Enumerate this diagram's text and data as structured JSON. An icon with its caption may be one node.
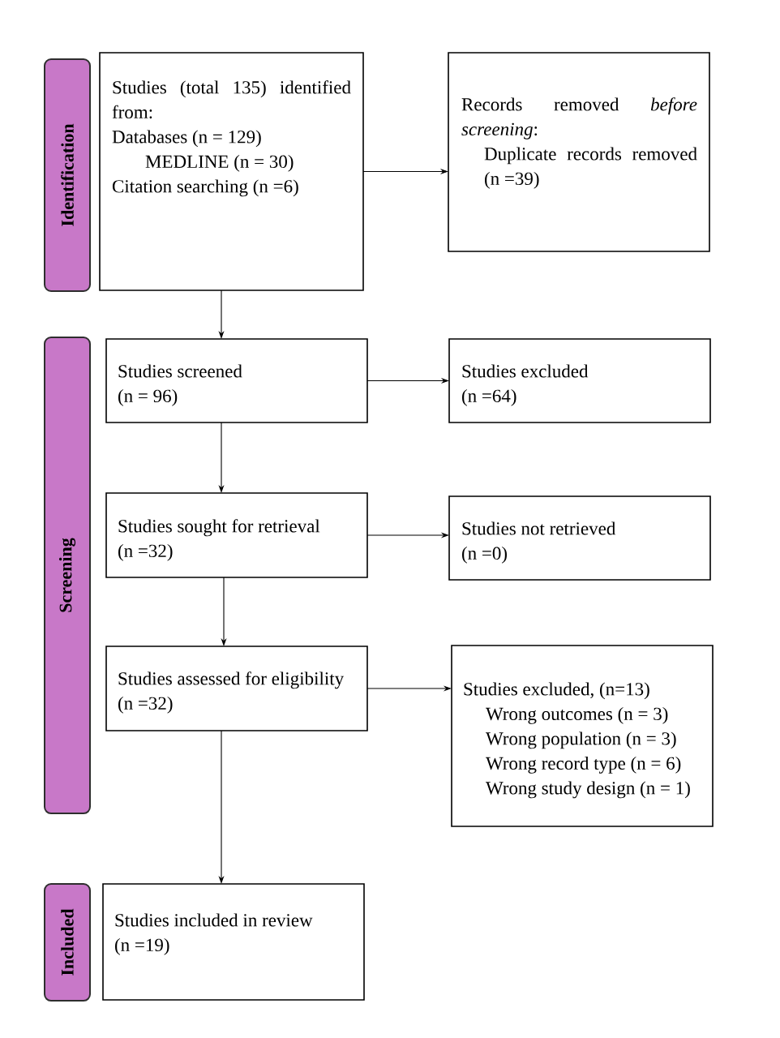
{
  "diagram": {
    "nodes": [
      {
        "text": [
          "Identification"
        ]
      },
      {
        "text": [
          "Studies (total 135) identified from:",
          "Databases (n = 129)",
          "MEDLINE (n = 30)",
          "Citation searching (n =6)"
        ]
      },
      {
        "text": [
          "Records removed *before screening*:",
          "Duplicate records removed (n =39)"
        ]
      },
      {
        "text": [
          "Screening"
        ]
      },
      {
        "text": [
          "Studies screened",
          "(n = 96)"
        ]
      },
      {
        "text": [
          "Studies excluded",
          "(n =64)"
        ]
      },
      {
        "text": [
          "Studies sought for retrieval",
          "(n =32)"
        ]
      },
      {
        "text": [
          "Studies not retrieved",
          "(n =0)"
        ]
      },
      {
        "text": [
          "Studies assessed for eligibility",
          "(n =32)"
        ]
      },
      {
        "text": [
          "Studies excluded, (n=13)",
          "Wrong outcomes (n = 3)",
          "Wrong population (n = 3)",
          "Wrong record type (n = 6)",
          "Wrong study design (n = 1)"
        ]
      },
      {
        "text": [
          "Included"
        ]
      },
      {
        "text": [
          "Studies included in review",
          "(n =19)"
        ]
      }
    ],
    "edges": [
      {
        "from": 1,
        "to": 2,
        "arrow": "to"
      },
      {
        "from": 1,
        "to": 4,
        "arrow": "to"
      },
      {
        "from": 4,
        "to": 5,
        "arrow": "to"
      },
      {
        "from": 4,
        "to": 6,
        "arrow": "to"
      },
      {
        "from": 6,
        "to": 7,
        "arrow": "to"
      },
      {
        "from": 6,
        "to": 8,
        "arrow": "to"
      },
      {
        "from": 8,
        "to": 9,
        "arrow": "to"
      },
      {
        "from": 8,
        "to": 11,
        "arrow": "to"
      }
    ]
  }
}
